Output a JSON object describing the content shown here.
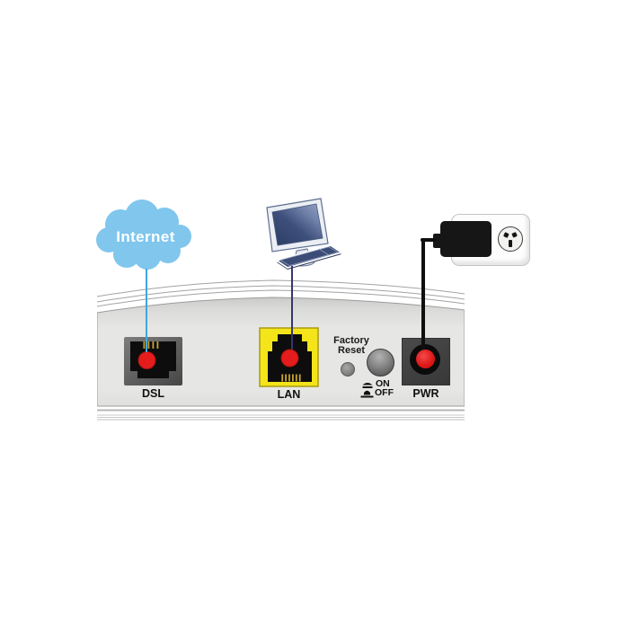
{
  "cloud": {
    "label": "Internet"
  },
  "ports": {
    "dsl": {
      "label": "DSL"
    },
    "lan": {
      "label": "LAN"
    },
    "pwr": {
      "label": "PWR"
    }
  },
  "factory_reset": {
    "line1": "Factory",
    "line2": "Reset"
  },
  "power_switch": {
    "on": "ON",
    "off": "OFF"
  },
  "icons": {
    "cloud": "internet-cloud-icon",
    "computer": "desktop-computer-icon",
    "power_adapter": "power-adapter-icon",
    "wall_outlet": "wall-outlet-icon",
    "reset_button": "reset-button-icon",
    "power_button": "power-button-icon",
    "switch_on": "button-pressed-icon",
    "switch_off": "button-released-icon"
  },
  "colors": {
    "cloud_blue": "#80c6ed",
    "dsl_line_blue": "#3fa7dd",
    "lan_line_navy": "#36366a",
    "lan_yellow": "#f4e41a",
    "port_red": "#e01818",
    "panel_gray": "#e6e6e4",
    "screen_navy": "#3b4d77",
    "pin_gold": "#c9a233"
  }
}
